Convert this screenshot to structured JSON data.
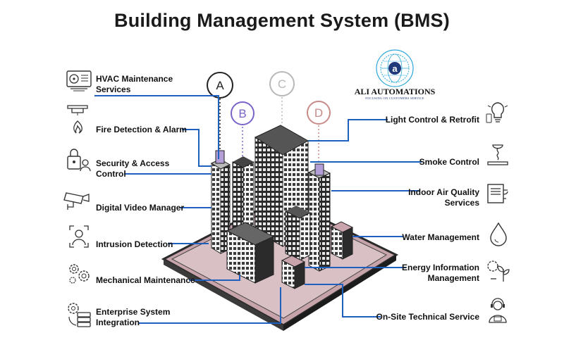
{
  "title": "Building Management System (BMS)",
  "logo": {
    "name": "ALI AUTOMATIONS",
    "tagline": "FOCUSING ON CUSTOMERS SERVICE",
    "monogram": "a"
  },
  "zones": [
    "A",
    "B",
    "C",
    "D"
  ],
  "left_services": [
    {
      "line1": "HVAC Maintenance",
      "line2": "Services",
      "icon": "hvac-unit-icon"
    },
    {
      "line1": "Fire Detection & Alarm",
      "line2": "",
      "icon": "fire-alarm-icon"
    },
    {
      "line1": "Security & Access",
      "line2": "Control",
      "icon": "access-lock-icon"
    },
    {
      "line1": "Digital Video Manager",
      "line2": "",
      "icon": "cctv-camera-icon"
    },
    {
      "line1": "Intrusion Detection",
      "line2": "",
      "icon": "face-scan-icon"
    },
    {
      "line1": "Mechanical Maintenance",
      "line2": "",
      "icon": "gears-icon"
    },
    {
      "line1": "Enterprise System",
      "line2": "Integration",
      "icon": "server-gear-icon"
    }
  ],
  "right_services": [
    {
      "line1": "Light Control & Retrofit",
      "line2": "",
      "icon": "light-bulb-icon"
    },
    {
      "line1": "Smoke Control",
      "line2": "",
      "icon": "smoke-icon"
    },
    {
      "line1": "Indoor Air Quality",
      "line2": "Services",
      "icon": "air-vent-icon"
    },
    {
      "line1": "Water Management",
      "line2": "",
      "icon": "water-drop-icon"
    },
    {
      "line1": "Energy Information",
      "line2": "Management",
      "icon": "energy-plant-icon"
    },
    {
      "line1": "On-Site Technical Service",
      "line2": "",
      "icon": "technician-icon"
    }
  ],
  "colors": {
    "connector": "#1f5fbf",
    "zone_a": "#222222",
    "zone_b": "#7a63c9",
    "zone_c": "#b8b8b8",
    "zone_d": "#c98a8a",
    "platform": "#c7a3aa",
    "building_dark": "#2b2b2b",
    "building_light": "#f2f2f2"
  }
}
